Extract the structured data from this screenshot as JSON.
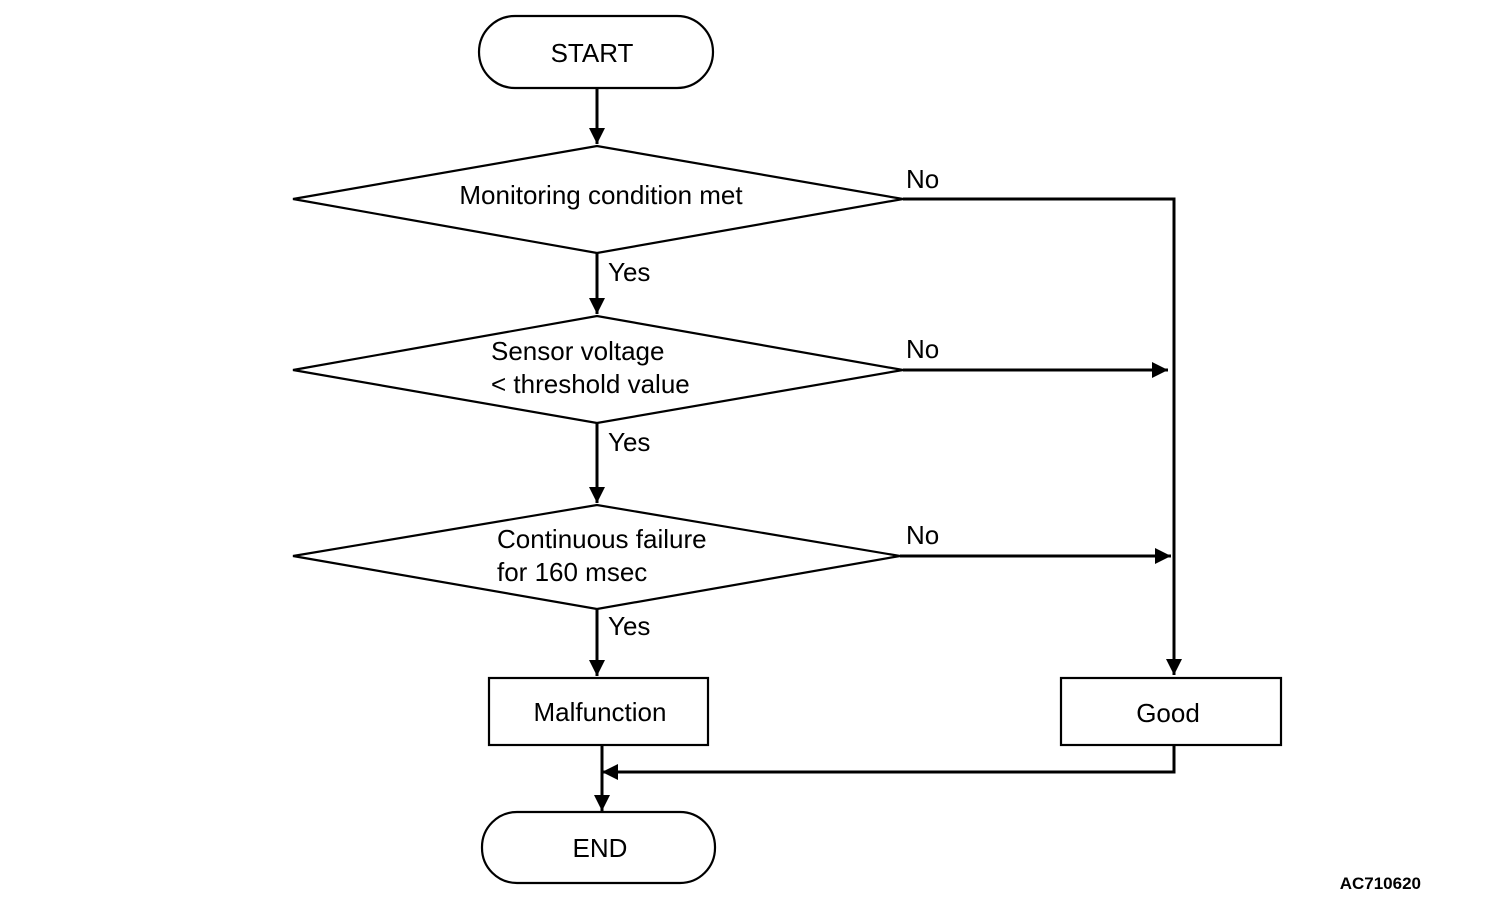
{
  "flowchart": {
    "start": "START",
    "end": "END",
    "decisions": [
      {
        "lines": [
          "Monitoring condition met"
        ],
        "yes": "Yes",
        "no": "No"
      },
      {
        "lines": [
          "Sensor voltage",
          "< threshold value"
        ],
        "yes": "Yes",
        "no": "No"
      },
      {
        "lines": [
          "Continuous failure",
          "for 160 msec"
        ],
        "yes": "Yes",
        "no": "No"
      }
    ],
    "malfunction": "Malfunction",
    "good": "Good"
  },
  "reference_code": "AC710620",
  "colors": {
    "stroke": "#000000",
    "fill": "#ffffff"
  }
}
